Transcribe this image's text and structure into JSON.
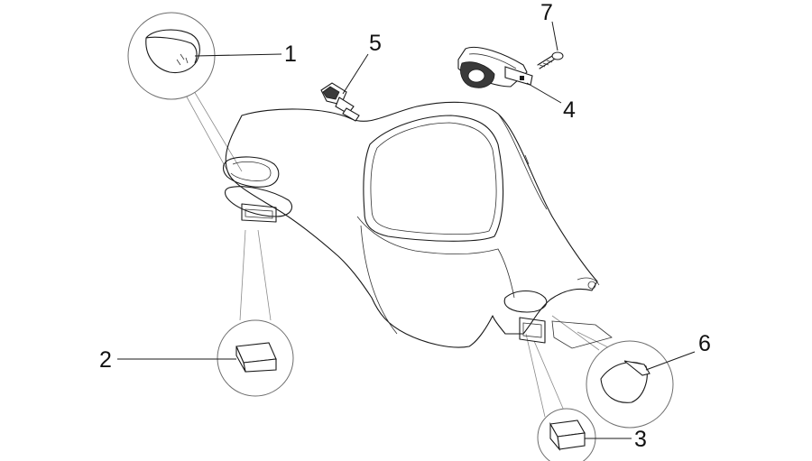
{
  "callouts": [
    {
      "id": "1",
      "label": "1"
    },
    {
      "id": "2",
      "label": "2"
    },
    {
      "id": "3",
      "label": "3"
    },
    {
      "id": "4",
      "label": "4"
    },
    {
      "id": "5",
      "label": "5"
    },
    {
      "id": "6",
      "label": "6"
    },
    {
      "id": "7",
      "label": "7"
    }
  ],
  "colors": {
    "ink": "#1a1a1a",
    "callout_circle": "#6e6e6e",
    "background": "#ffffff"
  }
}
